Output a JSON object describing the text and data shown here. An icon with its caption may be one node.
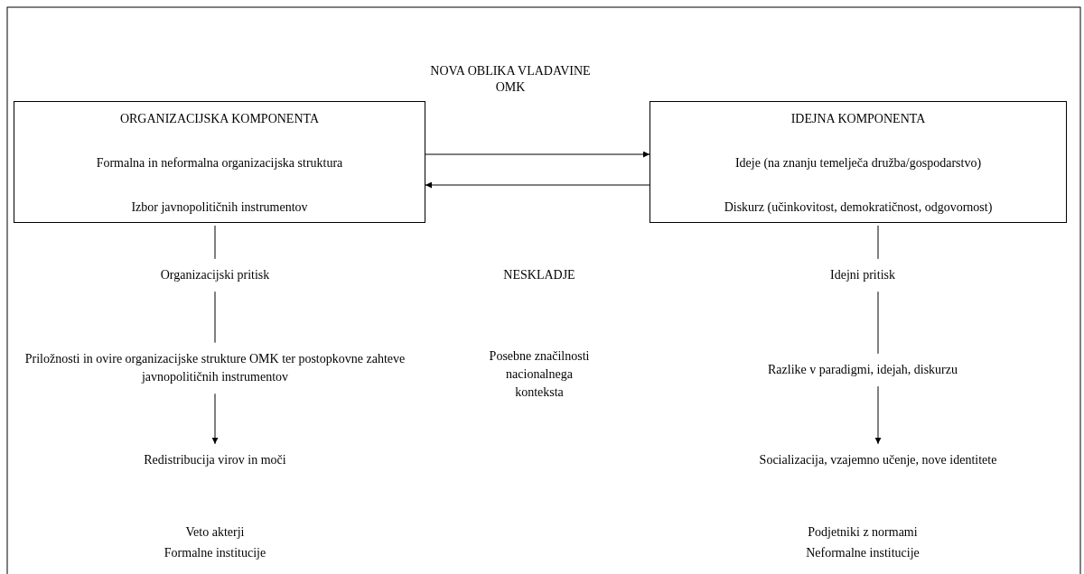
{
  "diagram": {
    "title": "NOVA OBLIKA VLADAVINE OMK",
    "nodes": [
      {
        "text": [
          "ORGANIZACIJSKA KOMPONENTA",
          "Formalna in neformalna organizacijska struktura",
          "Izbor javnopolitičnih instrumentov"
        ]
      },
      {
        "text": [
          "IDEJNA KOMPONENTA",
          "Ideje (na znanju temelječa družba/gospodarstvo)",
          "Diskurz (učinkovitost, demokratičnost, odgovornost)"
        ]
      },
      {
        "text": [
          "Organizacijski pritisk"
        ]
      },
      {
        "text": [
          "Priložnosti in ovire organizacijske strukture OMK ter postopkovne zahteve javnopolitičnih instrumentov"
        ]
      },
      {
        "text": [
          "Redistribucija virov in moči"
        ]
      },
      {
        "text": [
          "Idejni pritisk"
        ]
      },
      {
        "text": [
          "Razlike v paradigmi, idejah, diskurzu"
        ]
      },
      {
        "text": [
          "Socializacija, vzajemno učenje, nove identitete"
        ]
      }
    ],
    "edges": [
      {
        "from": 0,
        "to": 1,
        "arrow": "to"
      },
      {
        "from": 1,
        "to": 0,
        "arrow": "to"
      },
      {
        "from": 0,
        "to": 2,
        "arrow": "none"
      },
      {
        "from": 2,
        "to": 3,
        "arrow": "none"
      },
      {
        "from": 3,
        "to": 4,
        "arrow": "to"
      },
      {
        "from": 1,
        "to": 5,
        "arrow": "none"
      },
      {
        "from": 5,
        "to": 6,
        "arrow": "none"
      },
      {
        "from": 6,
        "to": 7,
        "arrow": "to"
      }
    ],
    "labels": [
      "NESKLADJE",
      "Posebne značilnosti nacionalnega konteksta",
      "Veto akterji",
      "Formalne institucije",
      "Podjetniki z normami",
      "Neformalne institucije"
    ]
  }
}
